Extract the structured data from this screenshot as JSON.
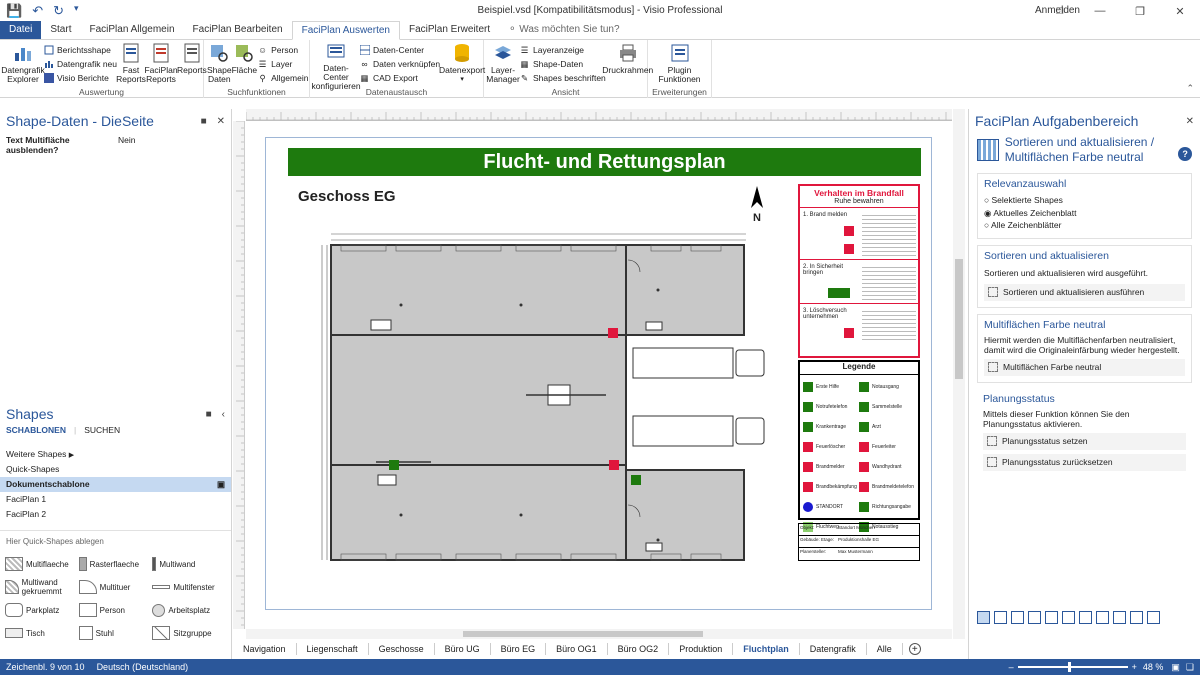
{
  "window": {
    "title": "Beispiel.vsd  [Kompatibilitätsmodus] - Visio Professional",
    "user": "Anmelden"
  },
  "tabs": [
    {
      "label": "Datei"
    },
    {
      "label": "Start"
    },
    {
      "label": "FaciPlan Allgemein"
    },
    {
      "label": "FaciPlan Bearbeiten"
    },
    {
      "label": "FaciPlan Auswerten"
    },
    {
      "label": "FaciPlan Erweitert"
    }
  ],
  "tell_me": "Was möchten Sie tun?",
  "ribbon": {
    "auswertung": {
      "label": "Auswertung",
      "b1": "Datengrafik Explorer",
      "s1": "Berichtsshape",
      "s2": "Datengrafik neu",
      "s3": "Visio Berichte",
      "b2": "Fast Reports",
      "b3": "FaciPlan Reports",
      "b4": "Reports"
    },
    "such": {
      "label": "Suchfunktionen",
      "b1": "Shape Daten",
      "b2": "Fläche",
      "s1": "Person",
      "s2": "Layer",
      "s3": "Allgemein"
    },
    "daten": {
      "label": "Datenaustausch",
      "b1": "Daten-Center konfigurieren",
      "s1": "Daten-Center",
      "s2": "Daten verknüpfen",
      "s3": "CAD Export",
      "b2": "Datenexport"
    },
    "ansicht": {
      "label": "Ansicht",
      "b1": "Layer-Manager",
      "s1": "Layeranzeige",
      "s2": "Shape-Daten",
      "s3": "Shapes beschriften",
      "b2": "Druckrahmen"
    },
    "erw": {
      "label": "Erweiterungen",
      "b1": "Plugin Funktionen"
    }
  },
  "shape_data": {
    "title": "Shape-Daten - DieSeite",
    "prop": "Text Multifläche ausblenden?",
    "value": "Nein"
  },
  "shapes": {
    "title": "Shapes",
    "tab1": "SCHABLONEN",
    "tab2": "SUCHEN",
    "items": [
      "Weitere Shapes",
      "Quick-Shapes",
      "Dokumentschablone",
      "FaciPlan 1",
      "FaciPlan 2"
    ],
    "hint": "Hier Quick-Shapes ablegen",
    "grid": [
      "Multiflaeche",
      "Rasterflaeche",
      "Multiwand",
      "Multiwand gekruemmt",
      "Multituer",
      "Multifenster",
      "Parkplatz",
      "Person",
      "Arbeitsplatz",
      "Tisch",
      "Stuhl",
      "Sitzgruppe"
    ]
  },
  "plan": {
    "title": "Flucht- und Rettungsplan",
    "floor": "Geschoss EG",
    "north": "N",
    "fire": {
      "title": "Verhalten im Brandfall",
      "sub": "Ruhe bewahren",
      "s1": "1. Brand melden",
      "s2": "2. In Sicherheit bringen",
      "s3": "3. Löschversuch unternehmen"
    },
    "legend": {
      "title": "Legende",
      "items": [
        "Erste Hilfe",
        "Notausgang",
        "Notrufetelefon",
        "Sammelstelle",
        "Krankentrage",
        "Arzt",
        "Feuerlöscher",
        "Feuerleiter",
        "Brandmelder",
        "Wandhydrant",
        "Brandbekämpfung",
        "Brandmeldetelefon",
        "STANDORT",
        "Richtungsangabe",
        "Fluchtweg",
        "Notausstieg"
      ]
    },
    "info": [
      [
        "Objekt:",
        "Standort München"
      ],
      [
        "Gebäude: Etage:",
        "Produktionshalle EG"
      ],
      [
        "Planersteller:",
        "Max Mustermann"
      ]
    ]
  },
  "task": {
    "title": "FaciPlan Aufgabenbereich",
    "subtitle": "Sortieren und aktualisieren / Multiflächen Farbe neutral",
    "rel": {
      "title": "Relevanzauswahl",
      "opt": [
        "Selektierte Shapes",
        "Aktuelles Zeichenblatt",
        "Alle Zeichenblätter"
      ]
    },
    "sort": {
      "title": "Sortieren und aktualisieren",
      "desc": "Sortieren und aktualisieren wird ausgeführt.",
      "btn": "Sortieren und aktualisieren ausführen"
    },
    "neutral": {
      "title": "Multiflächen Farbe neutral",
      "desc": "Hiermit werden die Multiflächenfarben neutralisiert, damit wird die Originaleinfärbung wieder hergestellt.",
      "btn": "Multiflächen Farbe neutral"
    },
    "plan": {
      "title": "Planungsstatus",
      "desc": "Mittels dieser Funktion können Sie den Planungsstatus aktivieren.",
      "btn1": "Planungsstatus setzen",
      "btn2": "Planungsstatus zurücksetzen"
    }
  },
  "page_tabs": [
    "Navigation",
    "Liegenschaft",
    "Geschosse",
    "Büro UG",
    "Büro EG",
    "Büro OG1",
    "Büro OG2",
    "Produktion",
    "Fluchtplan",
    "Datengrafik",
    "Alle"
  ],
  "status": {
    "page": "Zeichenbl. 9 von 10",
    "lang": "Deutsch (Deutschland)",
    "zoom": "48 %"
  },
  "colors": {
    "accent": "#2b579a",
    "green": "#1e7a0e",
    "red": "#e0163c"
  }
}
